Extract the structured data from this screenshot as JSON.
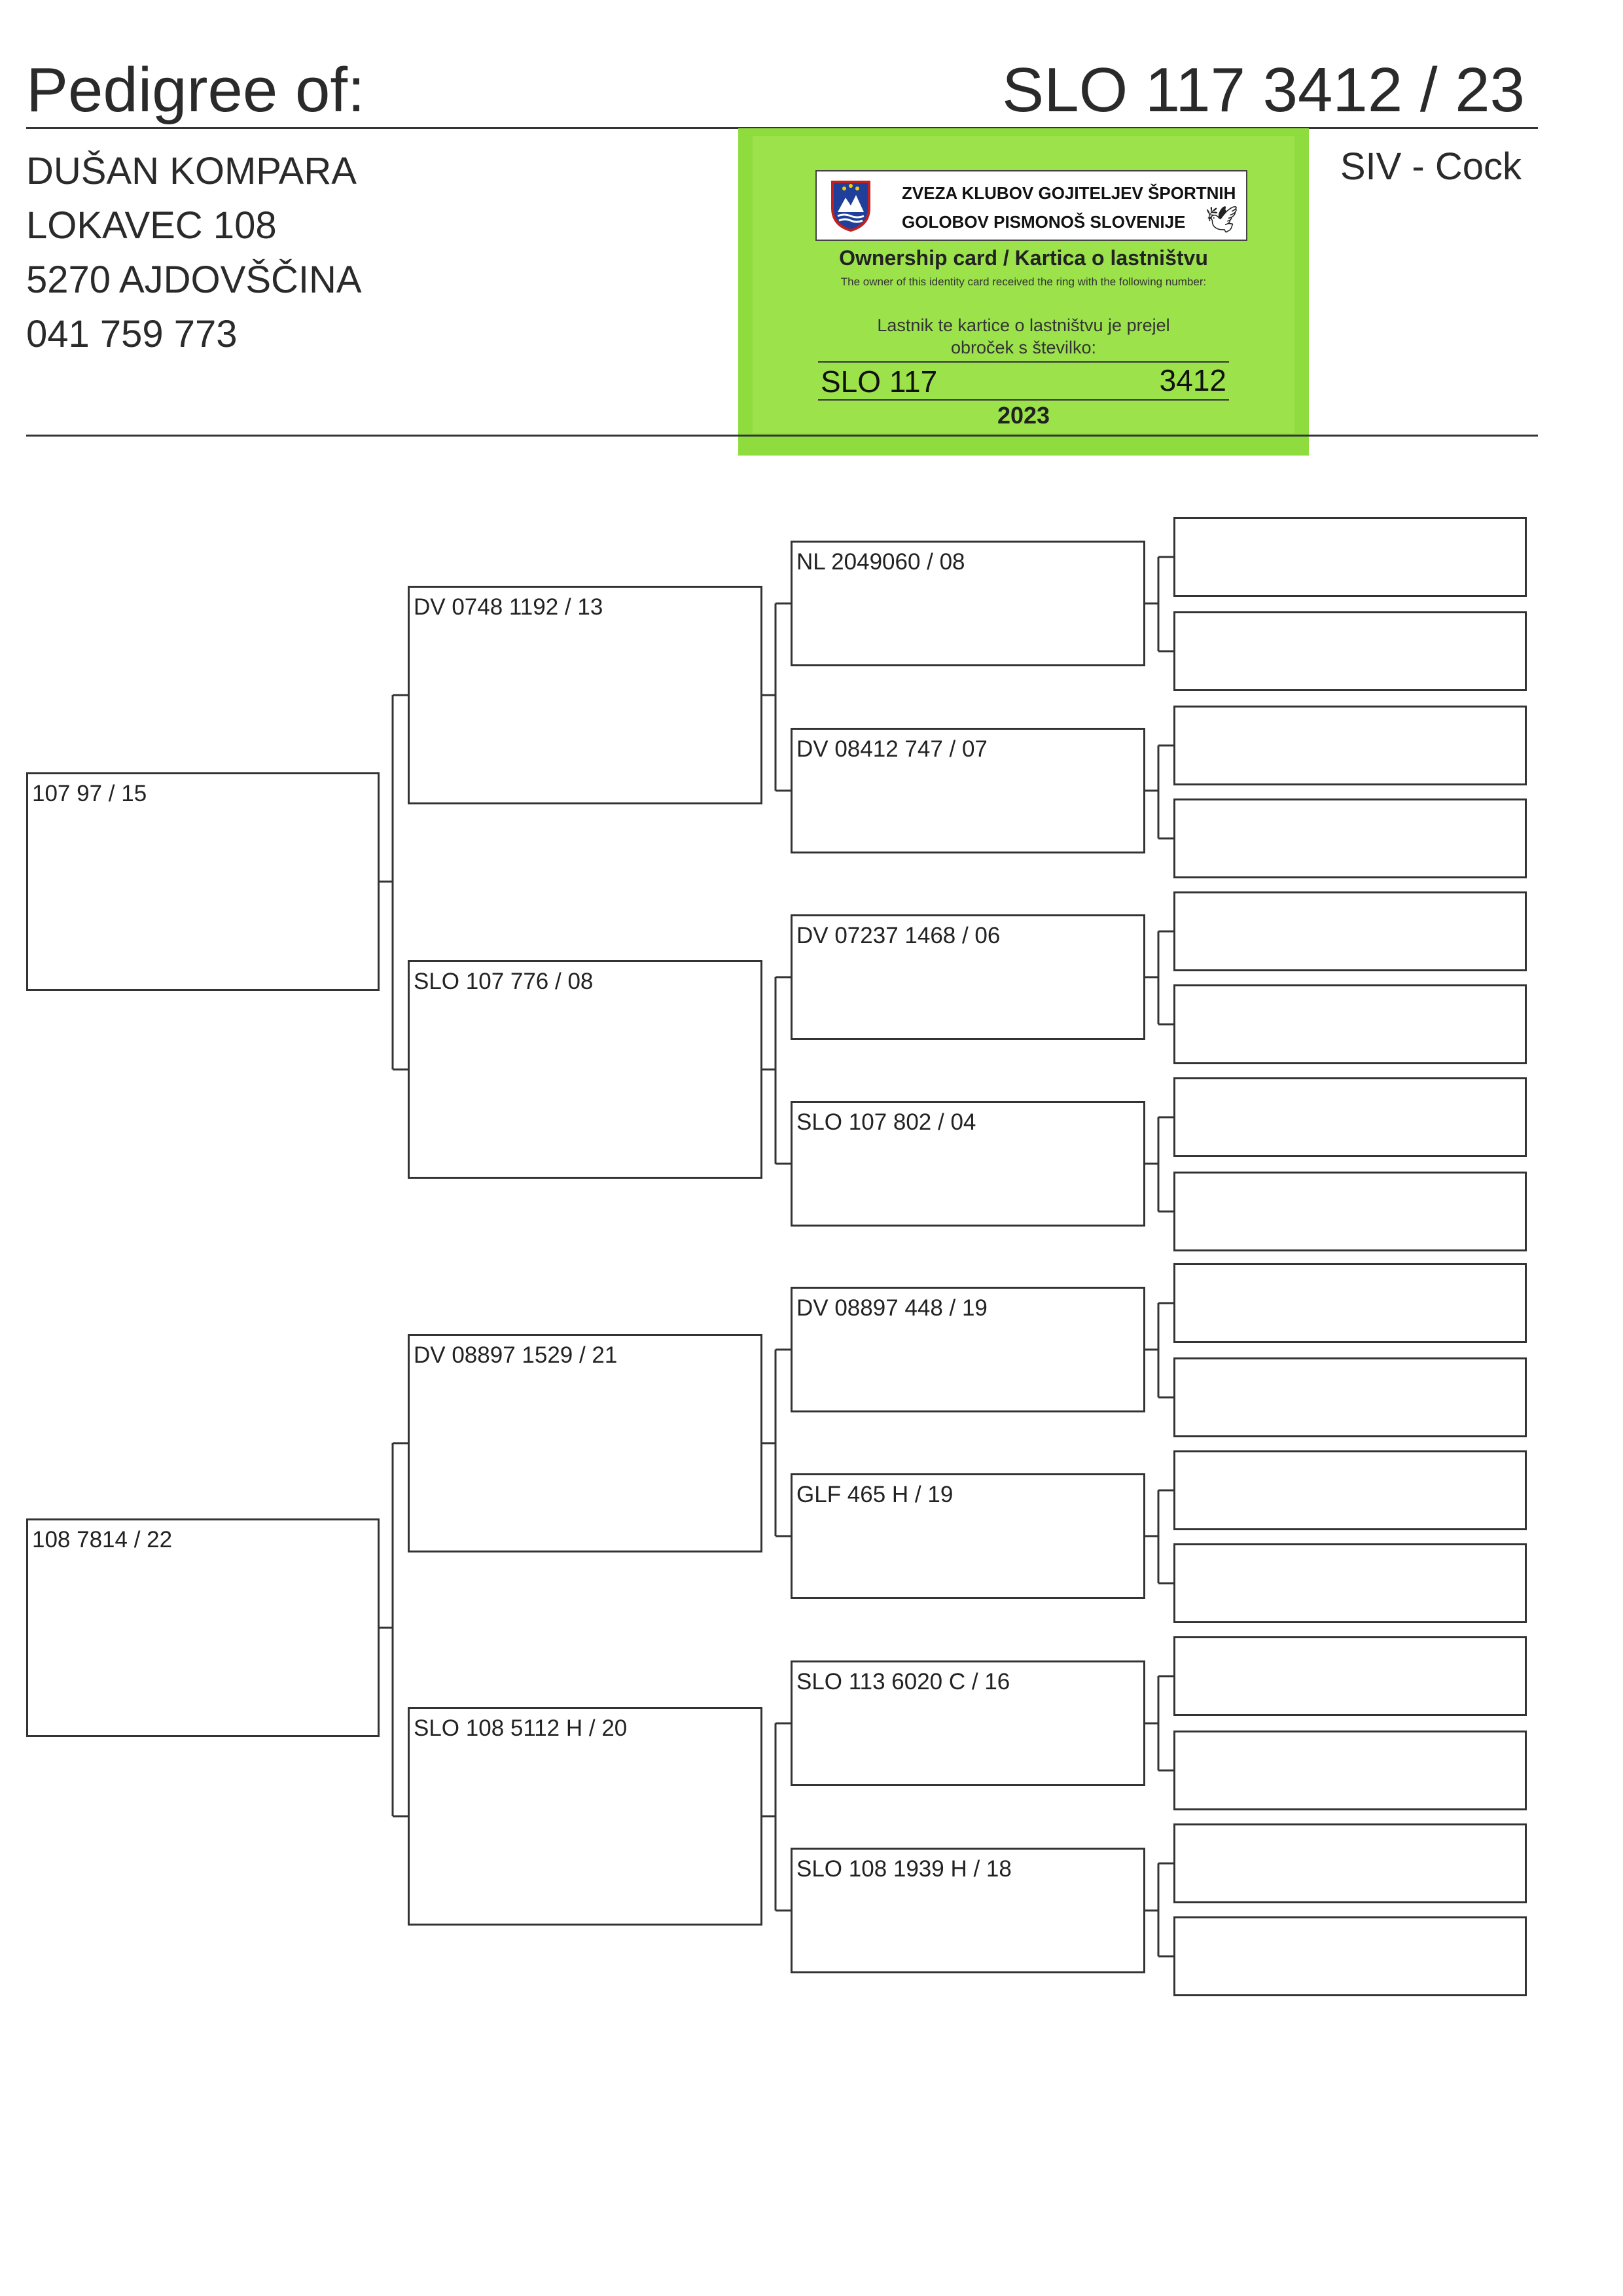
{
  "header": {
    "title": "Pedigree of:",
    "ring_number": "SLO 117 3412 / 23",
    "color_sex": "SIV - Cock"
  },
  "owner": {
    "name": "DUŠAN KOMPARA",
    "street": "LOKAVEC 108",
    "city": "5270 AJDOVŠČINA",
    "phone": "041 759 773"
  },
  "ownership_card": {
    "org_line1": "ZVEZA KLUBOV GOJITELJEV ŠPORTNIH",
    "org_line2": "GOLOBOV PISMONOŠ SLOVENIJE",
    "title": "Ownership card / Kartica o lastništvu",
    "text_en": "The owner of this identity card received the ring with the following number:",
    "text_sl_1": "Lastnik te kartice o lastništvu je prejel",
    "text_sl_2": "obroček s številko:",
    "ring_prefix": "SLO 117",
    "ring_number": "3412",
    "year": "2023",
    "colors": {
      "card": "#8fdc3f",
      "card_inner": "#9be24b"
    }
  },
  "pedigree": {
    "parents": [
      {
        "ring": "107 97  / 15"
      },
      {
        "ring": "108 7814 / 22"
      }
    ],
    "grandparents": [
      {
        "ring": "DV 0748 1192 / 13"
      },
      {
        "ring": "SLO 107 776 / 08"
      },
      {
        "ring": "DV 08897 1529 / 21"
      },
      {
        "ring": "SLO 108 5112 H / 20"
      }
    ],
    "great_grandparents": [
      {
        "ring": "NL 2049060 / 08"
      },
      {
        "ring": "DV 08412 747 / 07"
      },
      {
        "ring": "DV 07237 1468 / 06"
      },
      {
        "ring": "SLO 107 802 / 04"
      },
      {
        "ring": "DV 08897 448 / 19"
      },
      {
        "ring": "GLF 465 H / 19"
      },
      {
        "ring": "SLO 113 6020 C / 16"
      },
      {
        "ring": "SLO 108 1939 H / 18"
      }
    ],
    "great_great_grandparents": [
      {
        "ring": ""
      },
      {
        "ring": ""
      },
      {
        "ring": ""
      },
      {
        "ring": ""
      },
      {
        "ring": ""
      },
      {
        "ring": ""
      },
      {
        "ring": ""
      },
      {
        "ring": ""
      },
      {
        "ring": ""
      },
      {
        "ring": ""
      },
      {
        "ring": ""
      },
      {
        "ring": ""
      },
      {
        "ring": ""
      },
      {
        "ring": ""
      },
      {
        "ring": ""
      },
      {
        "ring": ""
      }
    ]
  }
}
